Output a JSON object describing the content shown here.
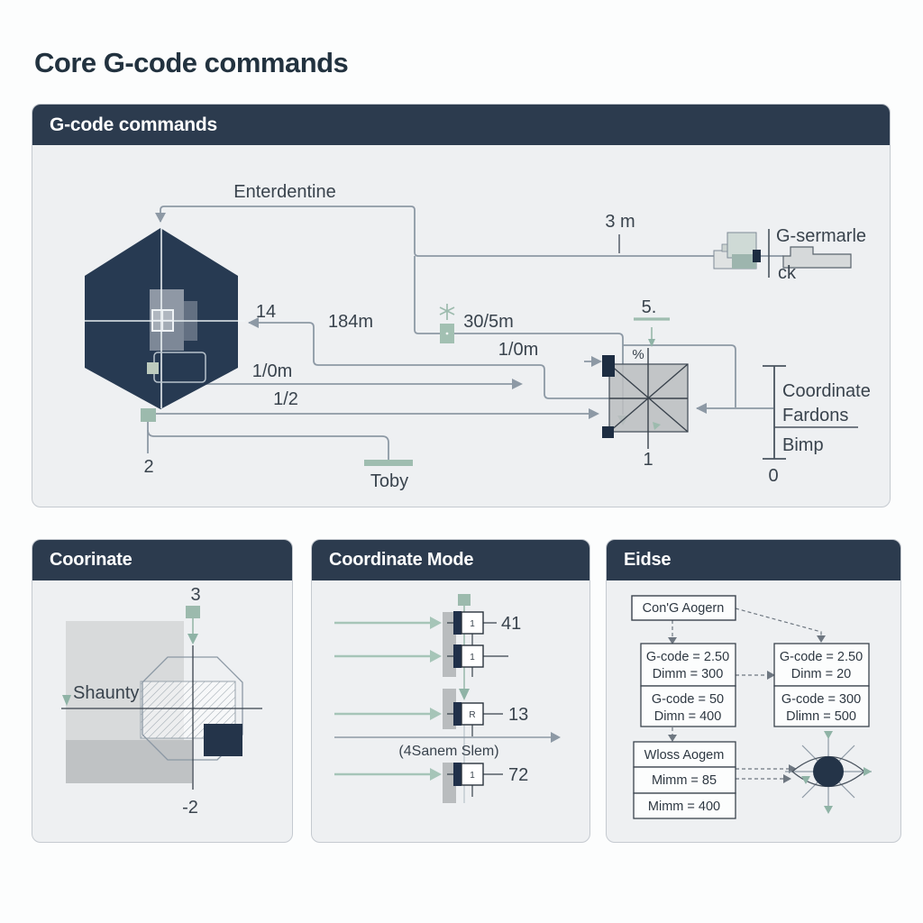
{
  "page": {
    "title": "Core G-code commands"
  },
  "colors": {
    "header_navy": "#2c3b4e",
    "hexagon_navy": "#273a52",
    "connector_gray": "#8d99a5",
    "sage_green": "#8fb3a6",
    "panel_bg": "#eef0f2"
  },
  "main_panel": {
    "header": "G-code commands",
    "labels": {
      "enterdentine": "Enterdentine",
      "three_m": "3 m",
      "g_sermarle": "G-sermarle",
      "ck": "ck",
      "l14": "14",
      "l184m": "184m",
      "l30_5m": "30/5m",
      "five": "5.",
      "percent": "%",
      "one_0m_right": "1/0m",
      "one_0m_left": "1/0m",
      "half": "1/2",
      "two": "2",
      "toby": "Toby",
      "one": "1",
      "coordinate": "Coordinate",
      "fardons": "Fardons",
      "bimp": "Bimp",
      "zero": "0"
    }
  },
  "panel_coorinate": {
    "header": "Coorinate",
    "labels": {
      "three": "3",
      "shaunty": "Shaunty",
      "minus_two": "-2"
    }
  },
  "panel_coordinate_mode": {
    "header": "Coordinate Mode",
    "rows": [
      {
        "label": "41",
        "glyph": "1"
      },
      {
        "label": "",
        "glyph": "1"
      },
      {
        "label": "13",
        "glyph": "R"
      },
      {
        "label": "72",
        "glyph": "1"
      }
    ],
    "axis_note": "(4Sanem Slem)"
  },
  "panel_eidse": {
    "header": "Eidse",
    "box_top": "Con'G Aogern",
    "left_stack": [
      [
        "G-code = 2.50",
        "Dimm = 300"
      ],
      [
        "G-code = 50",
        "Dimn = 400"
      ]
    ],
    "right_stack": [
      [
        "G-code = 2.50",
        "Dinm = 20"
      ],
      [
        "G-code = 300",
        "Dlimn = 500"
      ]
    ],
    "wloss": [
      "Wloss Aogem",
      "Mimm = 85",
      "Mimm = 400"
    ]
  }
}
